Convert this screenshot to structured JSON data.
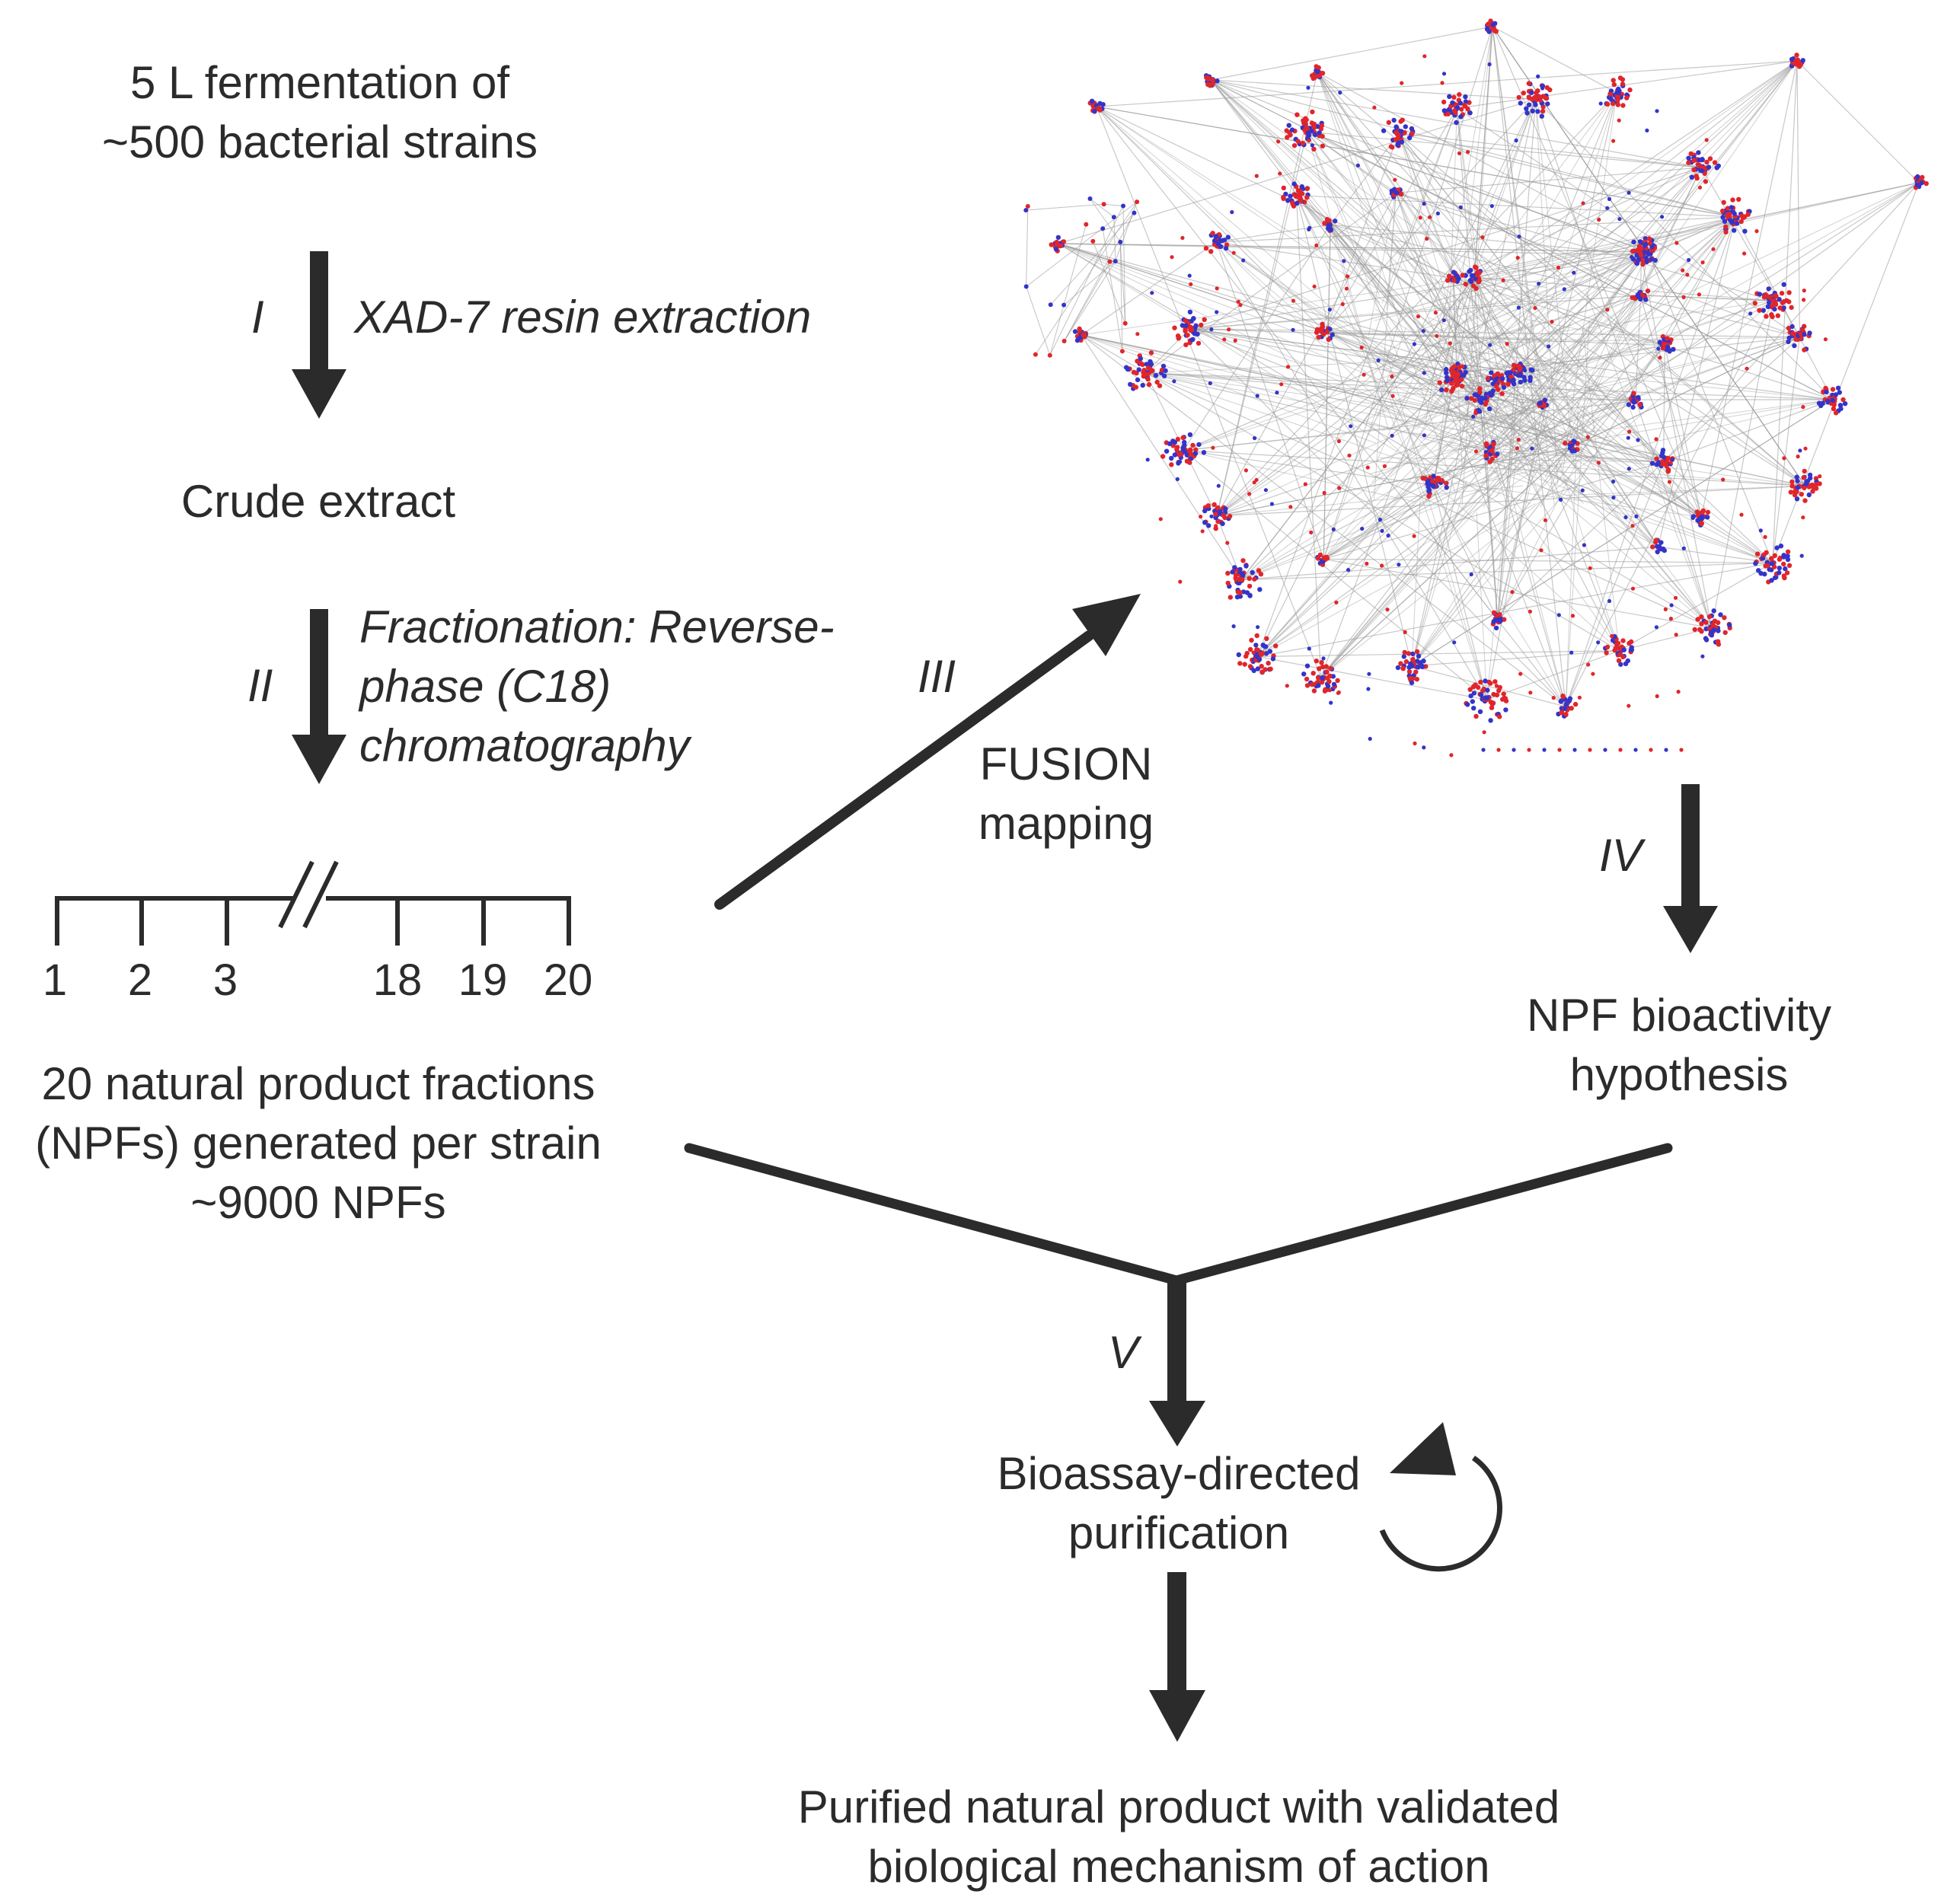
{
  "colors": {
    "ink": "#2b2b2b",
    "edge": "#9a9a9a",
    "node_red": "#e0262b",
    "node_blue": "#3434c8"
  },
  "steps": {
    "start": {
      "line1": "5 L fermentation of",
      "line2": "~500 bacterial strains"
    },
    "step1": {
      "numeral": "I",
      "label": "XAD-7 resin extraction"
    },
    "crude": {
      "label": "Crude extract"
    },
    "step2": {
      "numeral": "II",
      "line1": "Fractionation: Reverse-",
      "line2": "phase (C18)",
      "line3": "chromatography"
    },
    "step3": {
      "numeral": "III",
      "line1": "FUSION",
      "line2": "mapping"
    },
    "step4": {
      "numeral": "IV"
    },
    "hypothesis": {
      "line1": "NPF bioactivity",
      "line2": "hypothesis"
    },
    "fractions": {
      "line1": "20 natural product fractions",
      "line2": "(NPFs) generated per strain",
      "line3": "~9000 NPFs"
    },
    "step5": {
      "numeral": "V"
    },
    "purification": {
      "line1": "Bioassay-directed",
      "line2": "purification"
    },
    "result": {
      "line1": "Purified natural product with validated",
      "line2": "biological mechanism of action"
    }
  },
  "fraction_axis": {
    "ticks": [
      "1",
      "2",
      "3",
      "18",
      "19",
      "20"
    ],
    "break_symbol": "//"
  },
  "icons": {
    "network": "network-graph-icon",
    "cycle": "cycle-arrow-icon"
  }
}
